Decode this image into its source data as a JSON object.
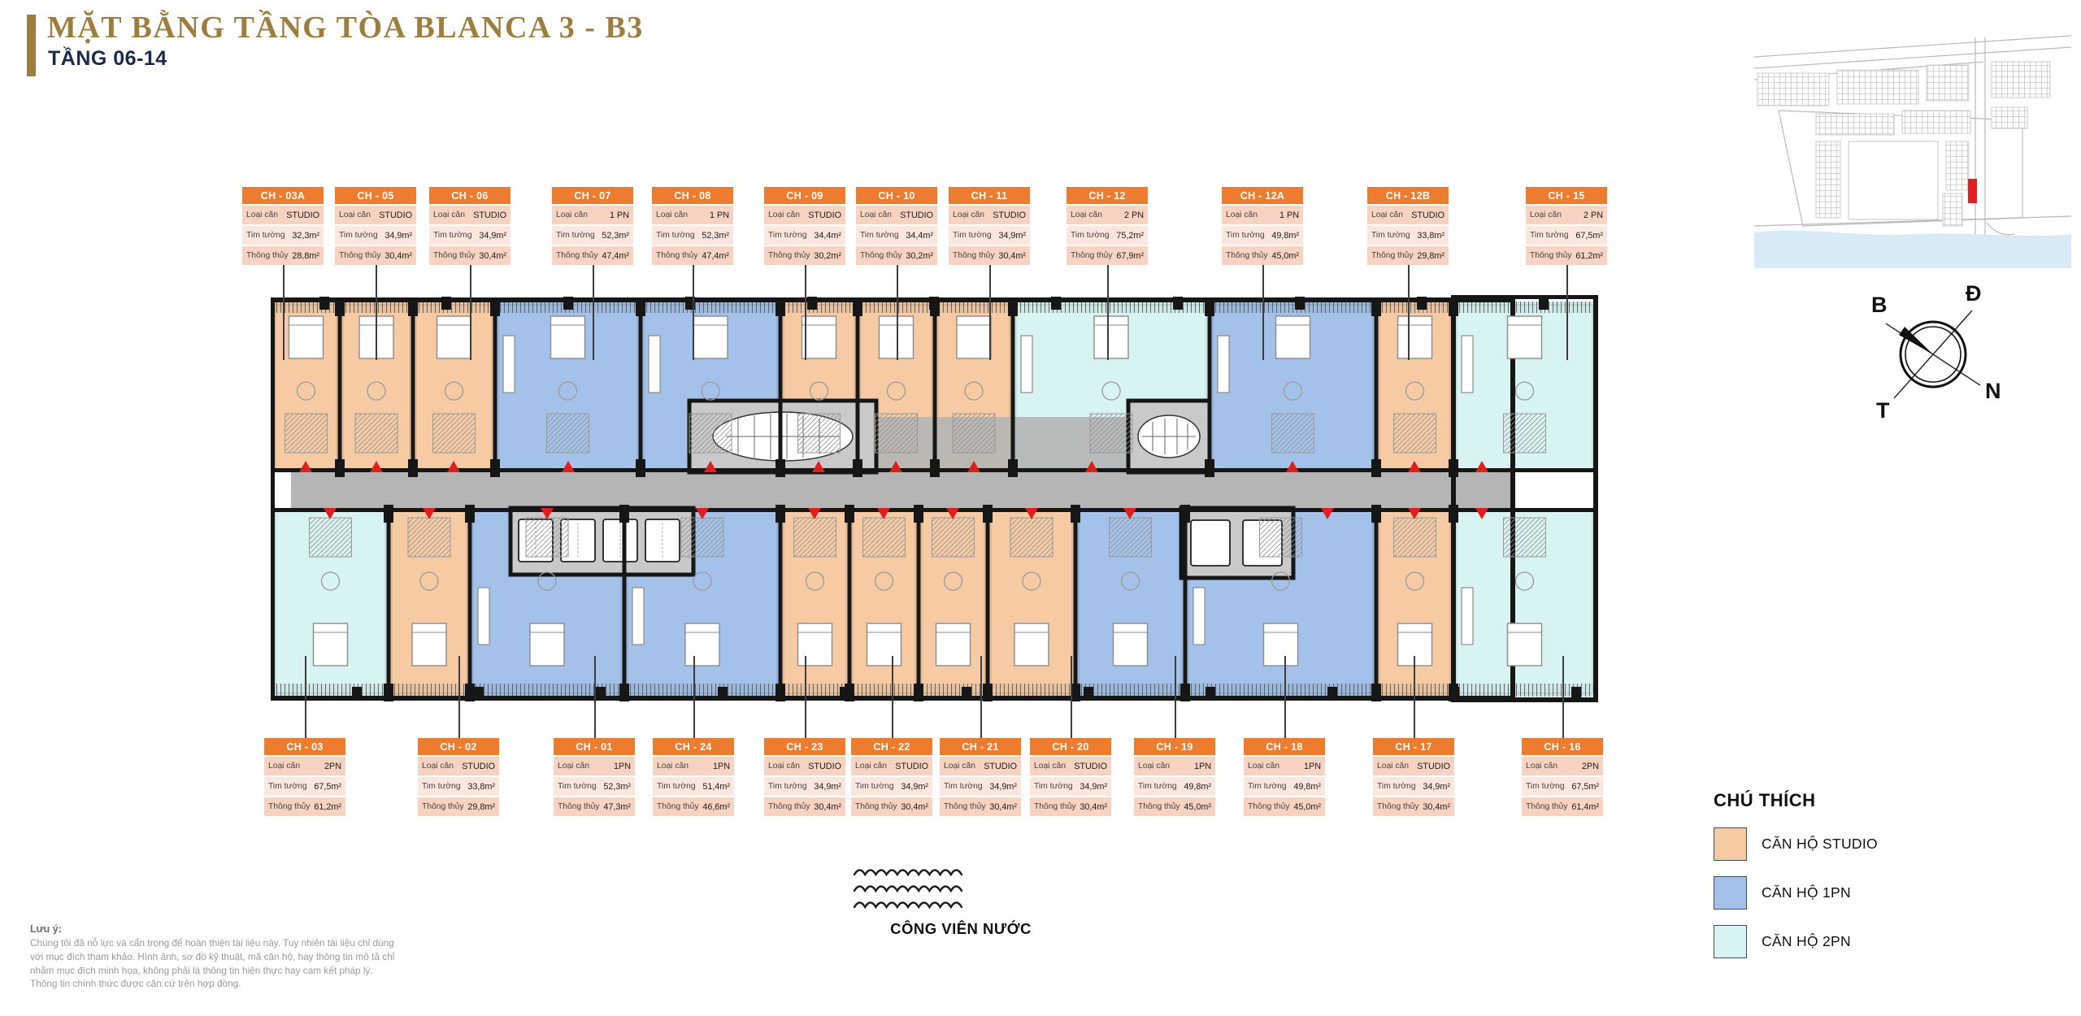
{
  "header": {
    "title": "MẶT BẰNG TẦNG TÒA BLANCA 3 - B3",
    "subtitle": "TẦNG 06-14"
  },
  "card_labels": {
    "type": "Loại căn",
    "gross": "Tim tường",
    "net": "Thông thủy"
  },
  "cards_top": [
    {
      "id": "CH - 03A",
      "type": "STUDIO",
      "tim_tuong": "32,3m²",
      "thong_thuy": "28,8m²"
    },
    {
      "id": "CH - 05",
      "type": "STUDIO",
      "tim_tuong": "34,9m²",
      "thong_thuy": "30,4m²"
    },
    {
      "id": "CH - 06",
      "type": "STUDIO",
      "tim_tuong": "34,9m²",
      "thong_thuy": "30,4m²"
    },
    {
      "id": "CH - 07",
      "type": "1 PN",
      "tim_tuong": "52,3m²",
      "thong_thuy": "47,4m²"
    },
    {
      "id": "CH - 08",
      "type": "1 PN",
      "tim_tuong": "52,3m²",
      "thong_thuy": "47,4m²"
    },
    {
      "id": "CH - 09",
      "type": "STUDIO",
      "tim_tuong": "34,4m²",
      "thong_thuy": "30,2m²"
    },
    {
      "id": "CH - 10",
      "type": "STUDIO",
      "tim_tuong": "34,4m²",
      "thong_thuy": "30,2m²"
    },
    {
      "id": "CH - 11",
      "type": "STUDIO",
      "tim_tuong": "34,9m²",
      "thong_thuy": "30,4m²"
    },
    {
      "id": "CH - 12",
      "type": "2 PN",
      "tim_tuong": "75,2m²",
      "thong_thuy": "67,9m²"
    },
    {
      "id": "CH - 12A",
      "type": "1 PN",
      "tim_tuong": "49,8m²",
      "thong_thuy": "45,0m²"
    },
    {
      "id": "CH - 12B",
      "type": "STUDIO",
      "tim_tuong": "33,8m²",
      "thong_thuy": "29,8m²"
    },
    {
      "id": "CH - 15",
      "type": "2 PN",
      "tim_tuong": "67,5m²",
      "thong_thuy": "61,2m²"
    }
  ],
  "cards_bottom": [
    {
      "id": "CH - 03",
      "type": "2PN",
      "tim_tuong": "67,5m²",
      "thong_thuy": "61,2m²"
    },
    {
      "id": "CH - 02",
      "type": "STUDIO",
      "tim_tuong": "33,8m²",
      "thong_thuy": "29,8m²"
    },
    {
      "id": "CH - 01",
      "type": "1PN",
      "tim_tuong": "52,3m²",
      "thong_thuy": "47,3m²"
    },
    {
      "id": "CH - 24",
      "type": "1PN",
      "tim_tuong": "51,4m²",
      "thong_thuy": "46,6m²"
    },
    {
      "id": "CH - 23",
      "type": "STUDIO",
      "tim_tuong": "34,9m²",
      "thong_thuy": "30,4m²"
    },
    {
      "id": "CH - 22",
      "type": "STUDIO",
      "tim_tuong": "34,9m²",
      "thong_thuy": "30,4m²"
    },
    {
      "id": "CH - 21",
      "type": "STUDIO",
      "tim_tuong": "34,9m²",
      "thong_thuy": "30,4m²"
    },
    {
      "id": "CH - 20",
      "type": "STUDIO",
      "tim_tuong": "34,9m²",
      "thong_thuy": "30,4m²"
    },
    {
      "id": "CH - 19",
      "type": "1PN",
      "tim_tuong": "49,8m²",
      "thong_thuy": "45,0m²"
    },
    {
      "id": "CH - 18",
      "type": "1PN",
      "tim_tuong": "49,8m²",
      "thong_thuy": "45,0m²"
    },
    {
      "id": "CH - 17",
      "type": "STUDIO",
      "tim_tuong": "34,9m²",
      "thong_thuy": "30,4m²"
    },
    {
      "id": "CH - 16",
      "type": "2PN",
      "tim_tuong": "67,5m²",
      "thong_thuy": "61,4m²"
    }
  ],
  "legend": {
    "title": "CHÚ THÍCH",
    "items": [
      {
        "label": "CĂN HỘ STUDIO",
        "key": "studio"
      },
      {
        "label": "CĂN HỘ 1PN",
        "key": "pn1"
      },
      {
        "label": "CĂN HỘ 2PN",
        "key": "pn2"
      }
    ]
  },
  "park_label": "CÔNG VIÊN NƯỚC",
  "compass": {
    "north": "B",
    "east": "Đ",
    "west": "T",
    "south": "N"
  },
  "note": {
    "title": "Lưu ý:",
    "body": "Chúng tôi đã nỗ lực và cẩn trọng để hoàn thiện tài liệu này. Tuy nhiên tài liệu chỉ dùng với mục đích tham khảo. Hình ảnh, sơ đồ kỹ thuật, mã căn hộ, hay thông tin mô tả chỉ nhằm mục đích minh họa, không phải là thông tin hiện thực hay cam kết pháp lý. Thông tin chính thức được căn cứ trên hợp đồng."
  },
  "colors": {
    "accent_gold": "#9E7E3E",
    "title_navy": "#1B2A4A",
    "card_orange": "#EE7C2F",
    "studio": "#F6CBA4",
    "pn1": "#A4C2E9",
    "pn2": "#D8F4F2",
    "corridor": "#B5B5B5",
    "entrance_red": "#E01E1E",
    "water_blue": "#D8EAF6",
    "marker_red": "#E02020"
  }
}
